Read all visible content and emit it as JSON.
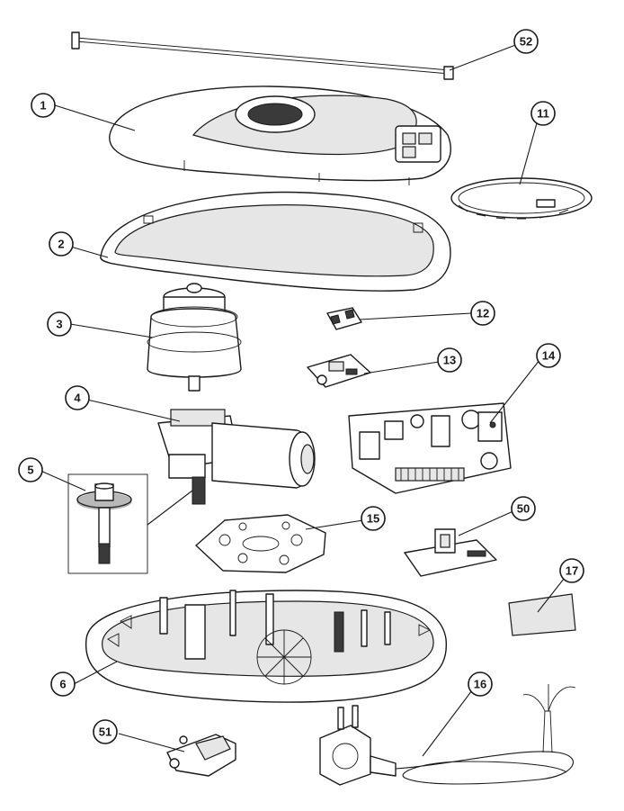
{
  "callouts": {
    "c52": "52",
    "c1": "1",
    "c11": "11",
    "c2": "2",
    "c12": "12",
    "c3": "3",
    "c13": "13",
    "c14": "14",
    "c4": "4",
    "c5": "5",
    "c15": "15",
    "c50": "50",
    "c17": "17",
    "c6": "6",
    "c16": "16",
    "c51": "51"
  },
  "colors": {
    "line": "#1a1a1a",
    "background": "#ffffff",
    "shade": "#e6e6e6"
  }
}
